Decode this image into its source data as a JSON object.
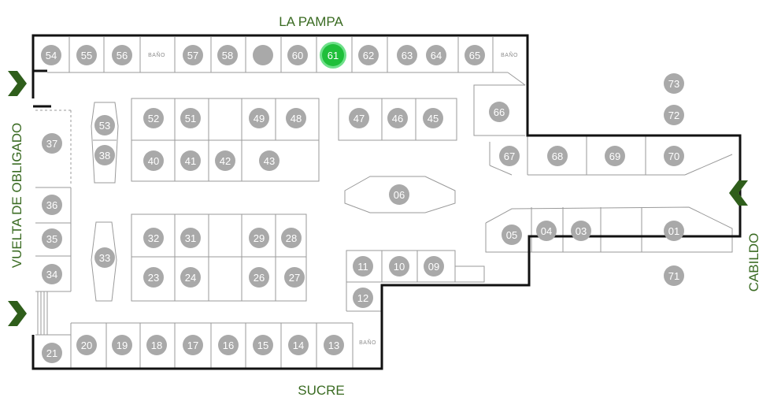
{
  "streets": {
    "top": "LA PAMPA",
    "bottom": "SUCRE",
    "left": "VUELTA DE OBLIGADO",
    "right": "CABILDO"
  },
  "restroom_label": "BAÑO",
  "colors": {
    "stall_marker": "#a9a9a9",
    "highlight_fill": "#1fbf3a",
    "highlight_ring": "#6fe08a",
    "street_text": "#3a6b22",
    "entrance_arrow": "#2f5e1b",
    "walls": "#111111",
    "partitions": "#9a9a9a"
  },
  "highlighted_stall": "61",
  "entrances": [
    "arrow-left-top",
    "arrow-left-bottom",
    "arrow-right"
  ],
  "stalls": [
    "54",
    "55",
    "56",
    "57",
    "58",
    "",
    "60",
    "61",
    "62",
    "63",
    "64",
    "65",
    "66",
    "73",
    "72",
    "52",
    "51",
    "49",
    "48",
    "47",
    "46",
    "45",
    "53",
    "38",
    "37",
    "40",
    "41",
    "42",
    "43",
    "67",
    "68",
    "69",
    "70",
    "06",
    "36",
    "35",
    "34",
    "33",
    "32",
    "31",
    "29",
    "28",
    "23",
    "24",
    "26",
    "27",
    "11",
    "10",
    "09",
    "12",
    "05",
    "04",
    "03",
    "01",
    "71",
    "21",
    "20",
    "19",
    "18",
    "17",
    "16",
    "15",
    "14",
    "13"
  ]
}
